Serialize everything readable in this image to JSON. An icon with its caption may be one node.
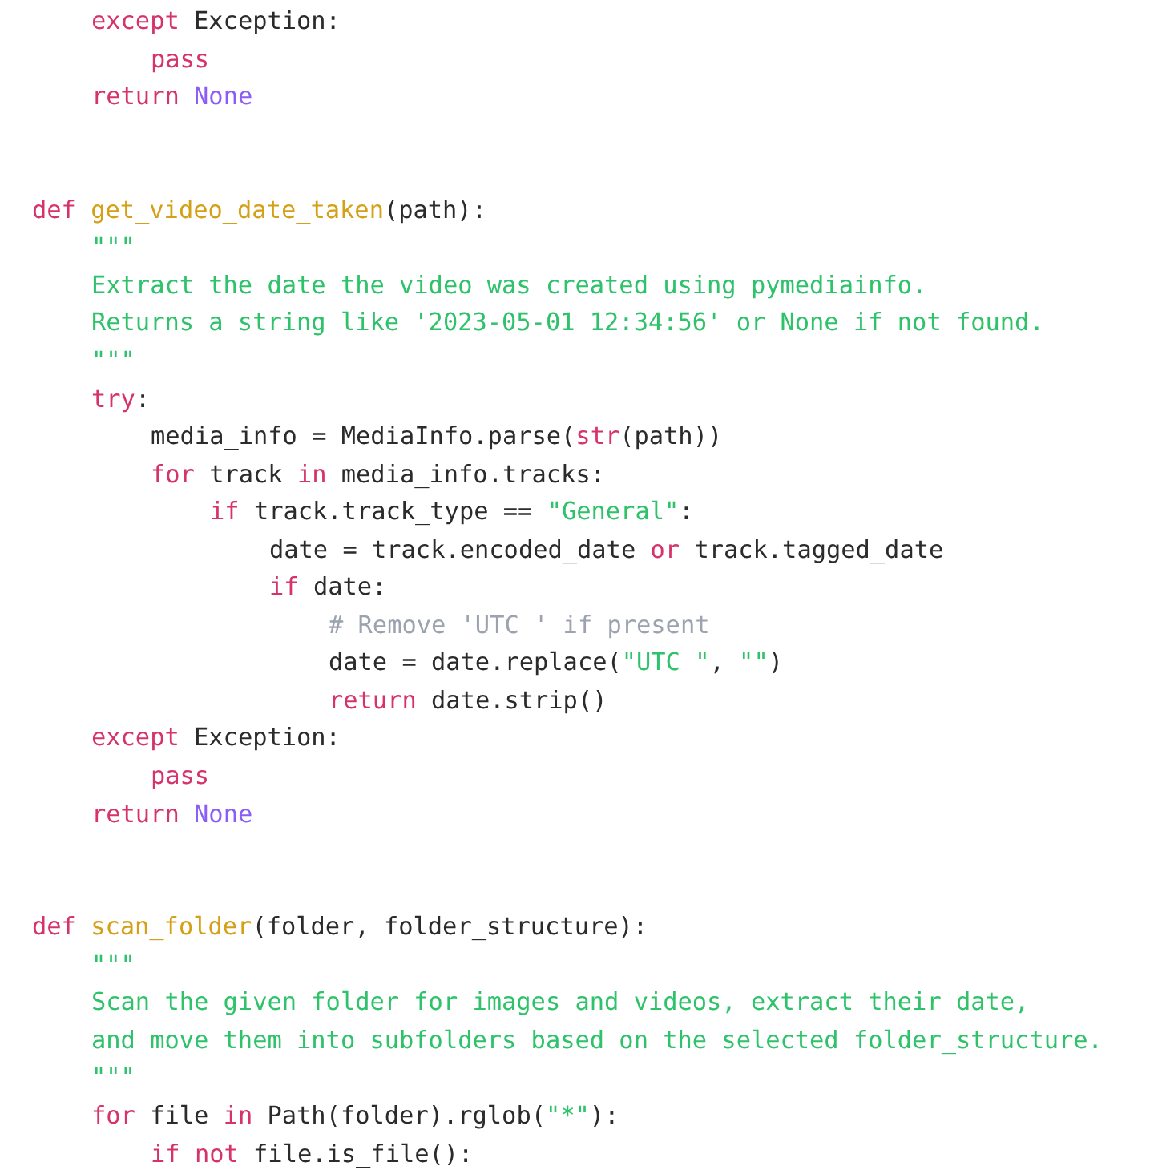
{
  "diagram": {
    "labels": [
      "except Exception:",
      "pass",
      "return None",
      "def get_video_date_taken(path):",
      "\"\"\"",
      "Extract the date the video was created using pymediainfo.",
      "Returns a string like '2023-05-01 12:34:56' or None if not found.",
      "\"\"\"",
      "try:",
      "media_info = MediaInfo.parse(str(path))",
      "for track in media_info.tracks:",
      "if track.track_type == \"General\":",
      "date = track.encoded_date or track.tagged_date",
      "if date:",
      "# Remove 'UTC ' if present",
      "date = date.replace(\"UTC \", \"\")",
      "return date.strip()",
      "except Exception:",
      "pass",
      "return None",
      "def scan_folder(folder, folder_structure):",
      "\"\"\"",
      "Scan the given folder for images and videos, extract their date,",
      "and move them into subfolders based on the selected folder_structure.",
      "\"\"\"",
      "for file in Path(folder).rglob(\"*\"):",
      "if not file.is_file():"
    ]
  }
}
